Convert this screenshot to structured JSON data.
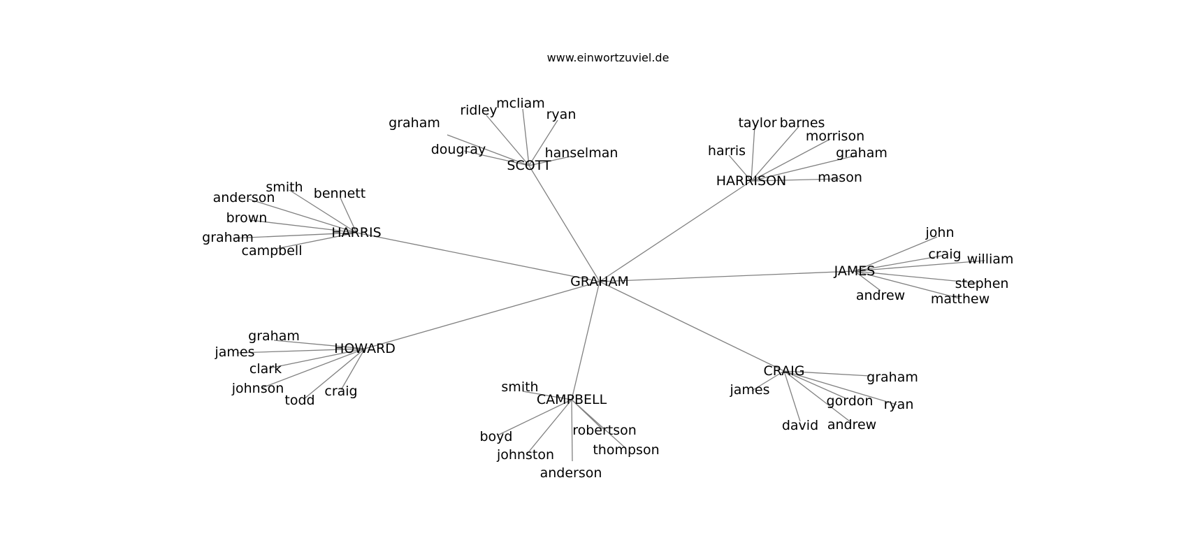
{
  "header": {
    "site": "www.einwortzuviel.de"
  },
  "graph": {
    "center": "GRAHAM",
    "hubs": [
      {
        "label": "SCOTT",
        "leaves": [
          "dougray",
          "graham",
          "ridley",
          "mcliam",
          "ryan",
          "hanselman"
        ]
      },
      {
        "label": "HARRISON",
        "leaves": [
          "harris",
          "taylor",
          "barnes",
          "morrison",
          "graham",
          "mason"
        ]
      },
      {
        "label": "HARRIS",
        "leaves": [
          "smith",
          "bennett",
          "anderson",
          "brown",
          "graham",
          "campbell"
        ]
      },
      {
        "label": "JAMES",
        "leaves": [
          "john",
          "craig",
          "william",
          "stephen",
          "matthew",
          "andrew"
        ]
      },
      {
        "label": "HOWARD",
        "leaves": [
          "graham",
          "james",
          "clark",
          "johnson",
          "todd",
          "craig"
        ]
      },
      {
        "label": "CAMPBELL",
        "leaves": [
          "smith",
          "boyd",
          "johnston",
          "anderson",
          "robertson",
          "thompson"
        ]
      },
      {
        "label": "CRAIG",
        "leaves": [
          "james",
          "graham",
          "gordon",
          "ryan",
          "andrew",
          "david"
        ]
      }
    ]
  }
}
